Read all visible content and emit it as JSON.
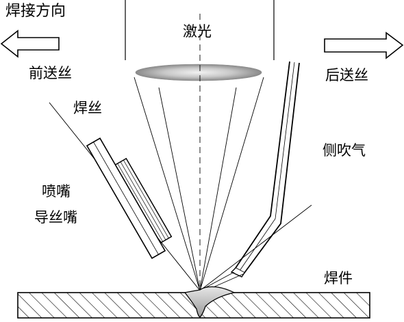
{
  "labels": {
    "welding_direction": "焊接方向",
    "laser": "激光",
    "front_feed": "前送丝",
    "rear_feed": "后送丝",
    "wire": "焊丝",
    "side_gas": "侧吹气",
    "nozzle": "喷嘴",
    "wire_guide": "导丝嘴",
    "workpiece": "焊件"
  },
  "colors": {
    "line": "#000000",
    "lens_dark": "#8a8a8a",
    "lens_light": "#eeeeee",
    "pool": "#c8c8c8"
  }
}
